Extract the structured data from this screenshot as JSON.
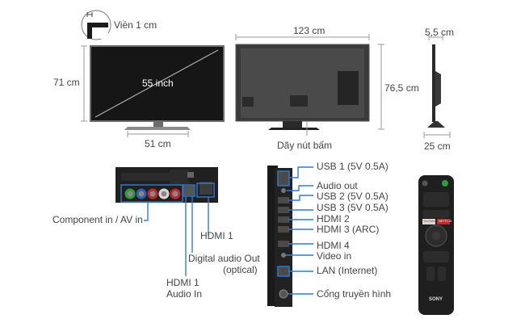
{
  "dimensions": {
    "bezel": "Viền 1 cm",
    "screen_size": "55 inch",
    "height_front": "71 cm",
    "stand_width": "51 cm",
    "width": "123 cm",
    "height_back": "76,5 cm",
    "button_row": "Dãy nút bấm",
    "depth": "5,5 cm",
    "stand_depth": "25 cm"
  },
  "ports_left": {
    "component": "Component in / AV in",
    "hdmi1": "HDMI 1",
    "digital_audio_line1": "Digital audio Out",
    "digital_audio_line2": "(optical)",
    "hdmi1_audio_line1": "HDMI 1",
    "hdmi1_audio_line2": "Audio In"
  },
  "ports_right": [
    "USB 1 (5V 0.5A)",
    "Audio out",
    "USB 2 (5V 0.5A)",
    "USB 3 (5V 0.5A)",
    "HDMI 2",
    "HDMI 3 (ARC)",
    "HDMI 4",
    "Video in",
    "LAN (Internet)",
    "Cổng truyền hình"
  ],
  "remote": {
    "brand": "SONY",
    "netflix": "NETFLIX",
    "youtube": "YouTube"
  },
  "colors": {
    "accent": "#2f7bd0",
    "panel": "#1c1c1c",
    "rca_green": "#2a9d3c",
    "rca_blue": "#2b5fb5",
    "rca_red": "#c0282c"
  }
}
